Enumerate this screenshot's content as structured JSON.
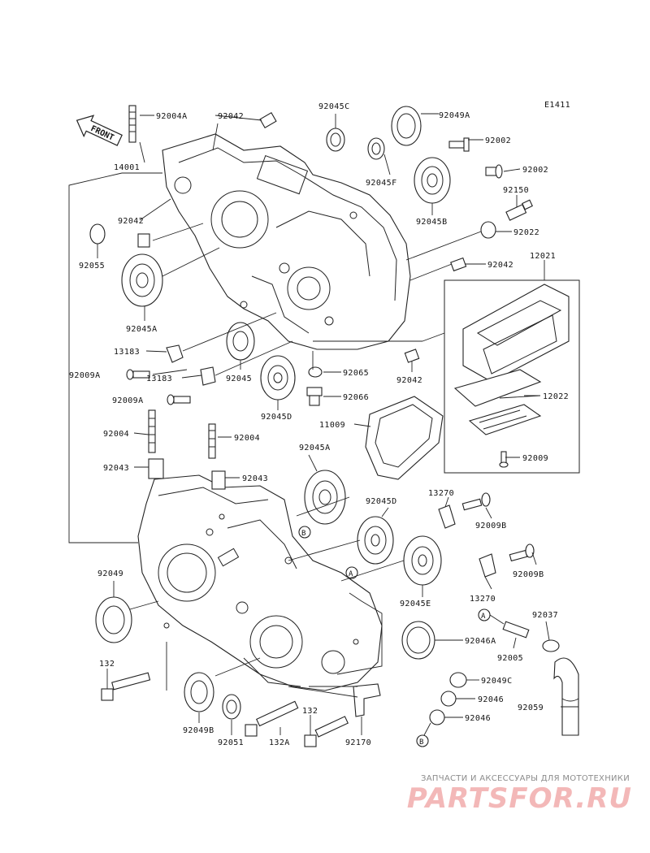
{
  "diagram": {
    "code": "E1411",
    "front_label": "FRONT",
    "refs": {
      "a": "A",
      "b": "B"
    },
    "labels": {
      "p92004A": "92004A",
      "p92042_top": "92042",
      "p14001": "14001",
      "p92042_left": "92042",
      "p92055": "92055",
      "p92045A": "92045A",
      "p92045C": "92045C",
      "p92049A": "92049A",
      "p92045F": "92045F",
      "p92002_a": "92002",
      "p92002_b": "92002",
      "p92150": "92150",
      "p92045B": "92045B",
      "p92022": "92022",
      "p92042_right": "92042",
      "p12021": "12021",
      "p13183_a": "13183",
      "p92009A_a": "92009A",
      "p13183_b": "13183",
      "p92045": "92045",
      "p92065": "92065",
      "p92042_mid": "92042",
      "p92009A_b": "92009A",
      "p92066": "92066",
      "p92045D_a": "92045D",
      "p12022": "12022",
      "p11009": "11009",
      "p92004_a": "92004",
      "p92004_b": "92004",
      "p92043_a": "92043",
      "p92045A_b": "92045A",
      "p92043_b": "92043",
      "p92009": "92009",
      "p13270_a": "13270",
      "p92009B_a": "92009B",
      "p92045D_b": "92045D",
      "p92049": "92049",
      "p92009B_b": "92009B",
      "p13270_b": "13270",
      "p92045E": "92045E",
      "p92037": "92037",
      "p92046A": "92046A",
      "p92005": "92005",
      "p132_a": "132",
      "p92049C": "92049C",
      "p92046_a": "92046",
      "p92059": "92059",
      "p92046_b": "92046",
      "p132_b": "132",
      "p92049B": "92049B",
      "p92051": "92051",
      "p132A": "132A",
      "p92170": "92170"
    }
  },
  "watermark": {
    "tagline": "ЗАПЧАСТИ И АКСЕССУАРЫ ДЛЯ МОТОТЕХНИКИ",
    "logo": "PARTSFOR.RU"
  }
}
